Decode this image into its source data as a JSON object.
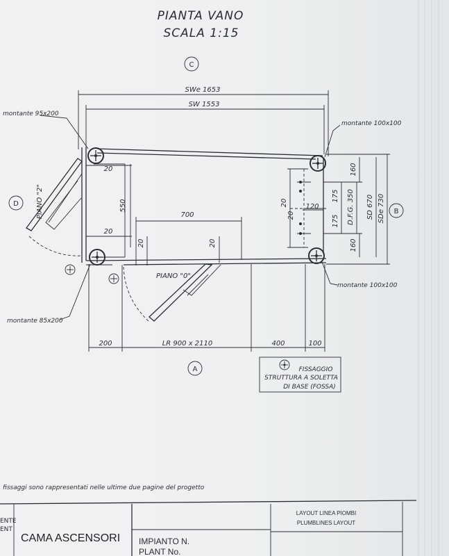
{
  "drawing": {
    "title_line1": "PIANTA VANO",
    "title_line2": "SCALA 1:15",
    "axis_labels": {
      "top": "C",
      "left": "D",
      "right": "B",
      "bottom": "A"
    },
    "dimensions": {
      "swe": "SWe 1653",
      "sw": "SW 1553",
      "d_20_top": "20",
      "d_550": "550",
      "d_20_mid": "20",
      "d_700": "700",
      "d_20_a": "20",
      "d_20_b": "20",
      "d_160_top": "160",
      "d_175_top": "175",
      "d_dfg": "D.F.G. 350",
      "d_175_bot": "175",
      "d_160_bot": "160",
      "d_sd": "SD 670",
      "d_sde": "SDe 730",
      "d_20_v1": "20",
      "d_20_v2": "20",
      "d_120": "120",
      "d_200": "200",
      "d_lr": "LR 900 x 2110",
      "d_400": "400",
      "d_100": "100"
    },
    "labels": {
      "montante_tl": "montante 95x200",
      "montante_tr": "montante 100x100",
      "montante_br": "montante 100x100",
      "montante_bl": "montante 85x200",
      "piano_2": "PIANO \"2\"",
      "piano_0": "PIANO \"0\""
    },
    "legend": {
      "line1": "FISSAGGIO",
      "line2": "STRUTTURA A SOLETTA",
      "line3": "DI BASE (FOSSA)"
    },
    "footnote": "fissaggi sono rappresentati nelle ultime due pagine del progetto"
  },
  "title_block": {
    "left_cut_line1": "ENTE",
    "left_cut_line2": "ENT",
    "company": "CAMA ASCENSORI",
    "impianto_line1": "IMPIANTO N.",
    "impianto_line2": "PLANT No.",
    "layout_it": "LAYOUT LINEA PIOMBI",
    "layout_en": "PLUMBLINES LAYOUT"
  }
}
